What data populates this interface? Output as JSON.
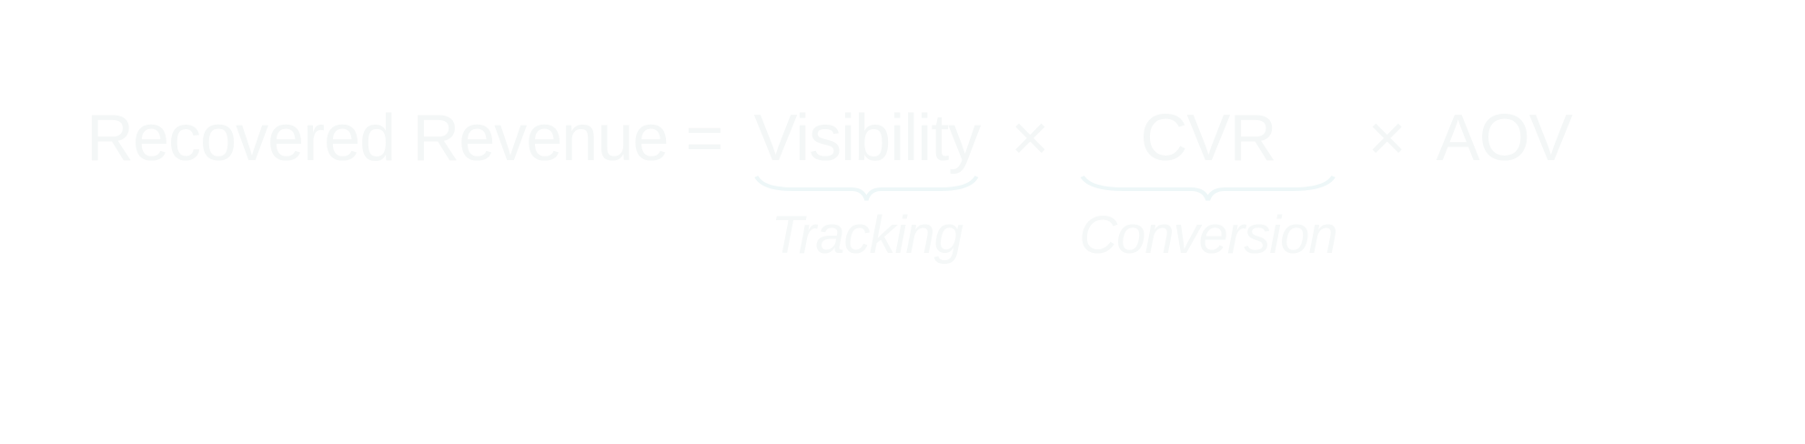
{
  "formula": {
    "lhs": "Recovered Revenue =",
    "term1": "Visibility",
    "op1": "×",
    "term2": "CVR",
    "op2": "×",
    "term3": "AOV",
    "label1": "Tracking",
    "label2": "Conversion"
  },
  "colors": {
    "text": "#f4f7f7",
    "brace": "#eef7f8"
  }
}
